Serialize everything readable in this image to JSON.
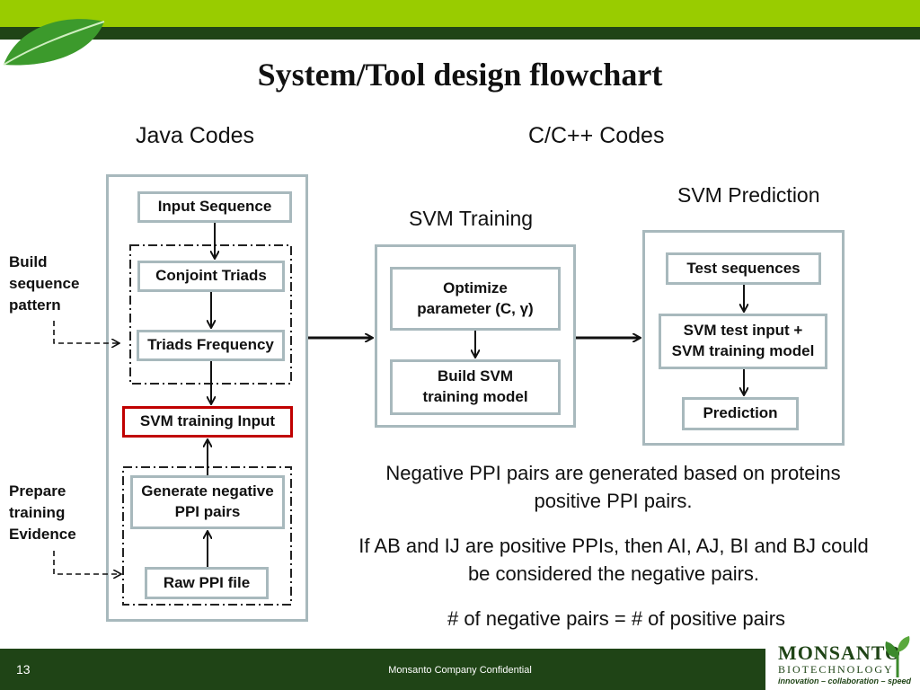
{
  "slide": {
    "title": "System/Tool design flowchart",
    "page_number": "13",
    "footer_text": "Monsanto Company Confidential"
  },
  "headings": {
    "java": "Java Codes",
    "cpp": "C/C++ Codes",
    "svm_training": "SVM Training",
    "svm_prediction": "SVM Prediction"
  },
  "side_labels": {
    "build_pattern": "Build\nsequence\npattern",
    "prepare_evidence": "Prepare\ntraining\nEvidence"
  },
  "java_boxes": {
    "input_sequence": "Input Sequence",
    "conjoint_triads": "Conjoint Triads",
    "triads_frequency": "Triads Frequency",
    "svm_training_input": "SVM training Input",
    "generate_negative": "Generate negative\nPPI pairs",
    "raw_ppi_file": "Raw PPI file"
  },
  "training_boxes": {
    "optimize": "Optimize\nparameter (C, γ)",
    "build_model": "Build SVM\ntraining model"
  },
  "prediction_boxes": {
    "test_sequences": "Test sequences",
    "test_input": "SVM test input +\nSVM training model",
    "prediction": "Prediction"
  },
  "notes": {
    "negative_generation": "Negative PPI pairs are generated based on proteins positive PPI pairs.",
    "example": "If AB and IJ are positive PPIs, then AI, AJ, BI and BJ could be considered the negative pairs.",
    "count": "# of negative pairs = # of positive pairs"
  },
  "logo": {
    "name": "MONSANTO",
    "bio": "BIOTECHNOLOGY",
    "tagline": "innovation – collaboration – speed"
  },
  "colors": {
    "top_band": "#99cc00",
    "dark_green": "#1f4416",
    "panel_border": "#a8b9bd",
    "highlight_border": "#c00000"
  }
}
